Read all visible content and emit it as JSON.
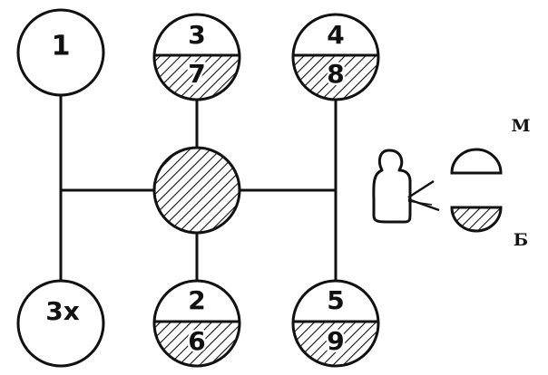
{
  "diagram": {
    "gear_labels": {
      "g1": "1",
      "g3": "3",
      "g7": "7",
      "g4": "4",
      "g8": "8",
      "g3x": "3x",
      "g2": "2",
      "g6": "6",
      "g5": "5",
      "g9": "9"
    },
    "range_labels": {
      "upper": "М",
      "lower": "Б"
    },
    "colors": {
      "ink": "#111111",
      "background": "#ffffff"
    }
  }
}
